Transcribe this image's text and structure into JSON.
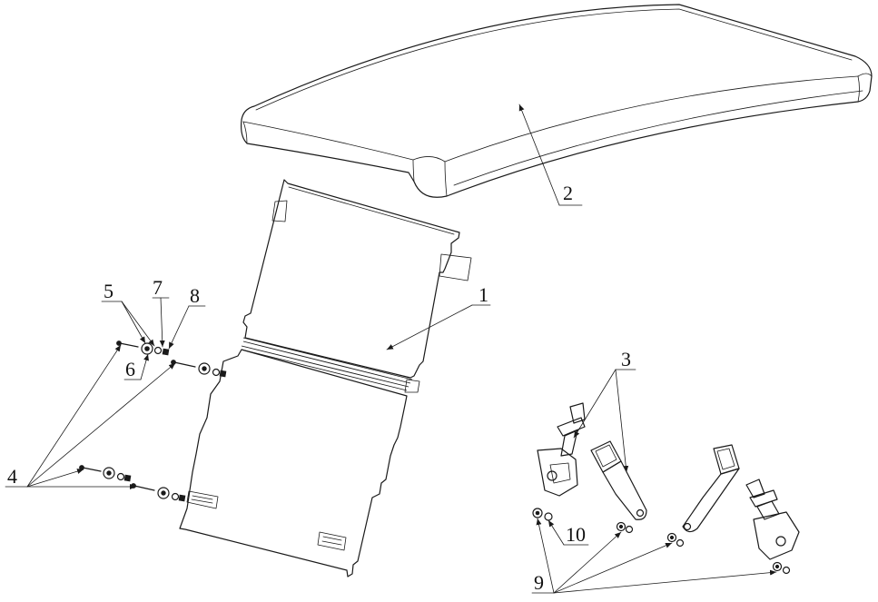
{
  "labels": {
    "part_1": "1",
    "part_2": "2",
    "part_3": "3",
    "part_4": "4",
    "part_5": "5",
    "part_6": "6",
    "part_7": "7",
    "part_8": "8",
    "part_9": "9",
    "part_10": "10"
  }
}
